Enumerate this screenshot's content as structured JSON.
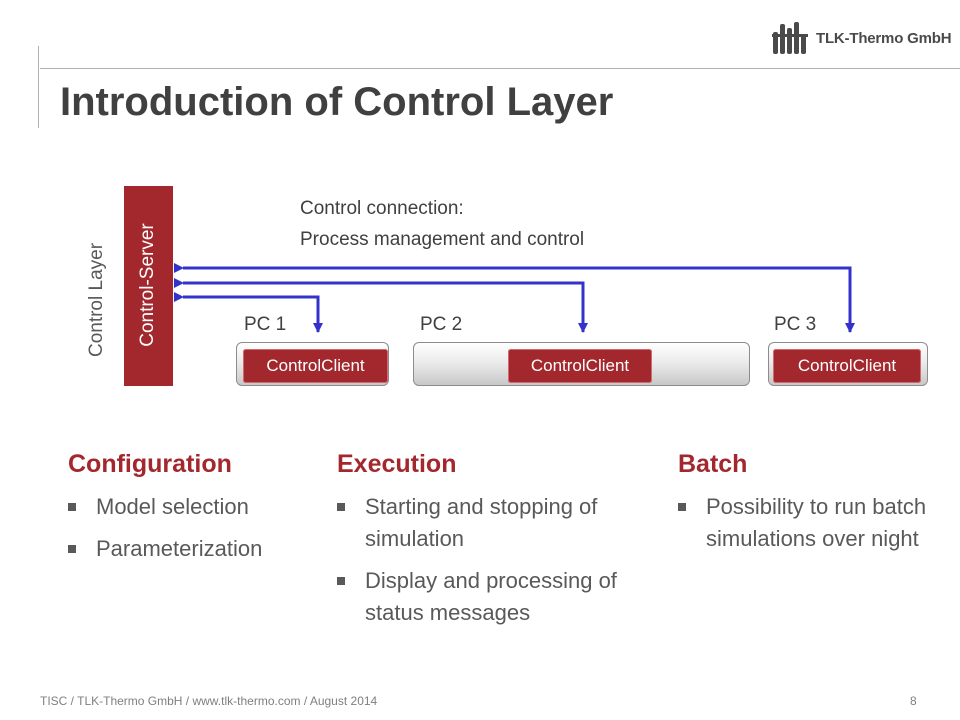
{
  "logo": {
    "text": "TLK-Thermo GmbH",
    "icon": "tlk-mark-icon"
  },
  "title": "Introduction of Control Layer",
  "diagram": {
    "server_label": "Control-Server",
    "layer_label": "Control Layer",
    "connection_line1": "Control connection:",
    "connection_line2": "Process management and control",
    "pcs": [
      {
        "label": "PC 1",
        "client": "ControlClient"
      },
      {
        "label": "PC 2",
        "client": "ControlClient"
      },
      {
        "label": "PC 3",
        "client": "ControlClient"
      }
    ],
    "colors": {
      "accent": "#a3282e",
      "arrow": "#3333cc"
    }
  },
  "columns": [
    {
      "heading": "Configuration",
      "items": [
        "Model selection",
        "Parameterization"
      ]
    },
    {
      "heading": "Execution",
      "items": [
        "Starting and stopping of simulation",
        "Display and processing of status messages"
      ]
    },
    {
      "heading": "Batch",
      "items": [
        "Possibility to run batch simulations over night"
      ]
    }
  ],
  "footer": {
    "text": "TISC / TLK-Thermo  GmbH / www.tlk-thermo.com / August 2014",
    "page": "8"
  }
}
